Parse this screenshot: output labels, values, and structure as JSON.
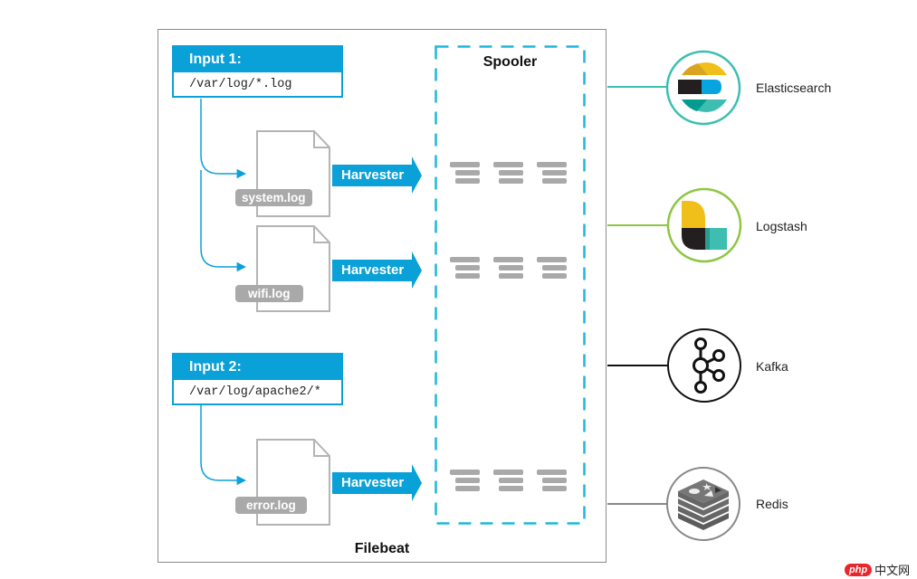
{
  "diagram": {
    "title": "Filebeat",
    "spooler_label": "Spooler",
    "colors": {
      "accent_blue": "#0aa0d8",
      "spooler_dash": "#1cb8d8",
      "file_gray": "#a9a9a9",
      "elasticsearch": "#3ebeb0",
      "logstash": "#8dc63f",
      "kafka": "#111111",
      "redis": "#777777"
    },
    "inputs": [
      {
        "label": "Input 1:",
        "path": "/var/log/*.log",
        "files": [
          {
            "name": "system.log",
            "harvester": "Harvester"
          },
          {
            "name": "wifi.log",
            "harvester": "Harvester"
          }
        ]
      },
      {
        "label": "Input 2:",
        "path": "/var/log/apache2/*",
        "files": [
          {
            "name": "error.log",
            "harvester": "Harvester"
          }
        ]
      }
    ],
    "outputs": [
      {
        "name": "Elasticsearch",
        "icon": "elasticsearch-logo-icon"
      },
      {
        "name": "Logstash",
        "icon": "logstash-logo-icon"
      },
      {
        "name": "Kafka",
        "icon": "kafka-logo-icon"
      },
      {
        "name": "Redis",
        "icon": "redis-logo-icon"
      }
    ]
  },
  "watermark": {
    "badge": "php",
    "text": "中文网"
  }
}
